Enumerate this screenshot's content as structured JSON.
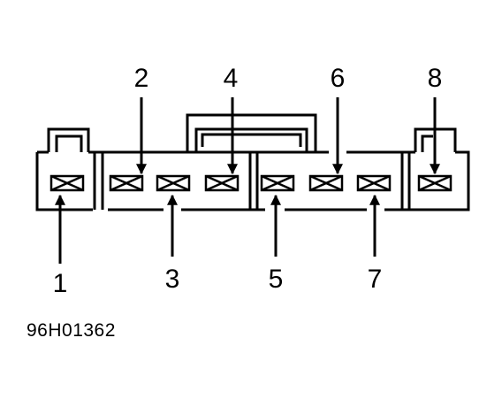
{
  "diagram": {
    "pins": [
      {
        "number": "1"
      },
      {
        "number": "2"
      },
      {
        "number": "3"
      },
      {
        "number": "4"
      },
      {
        "number": "5"
      },
      {
        "number": "6"
      },
      {
        "number": "7"
      },
      {
        "number": "8"
      }
    ],
    "reference_code": "96H01362",
    "line_color": "#000000",
    "background_color": "#ffffff"
  }
}
